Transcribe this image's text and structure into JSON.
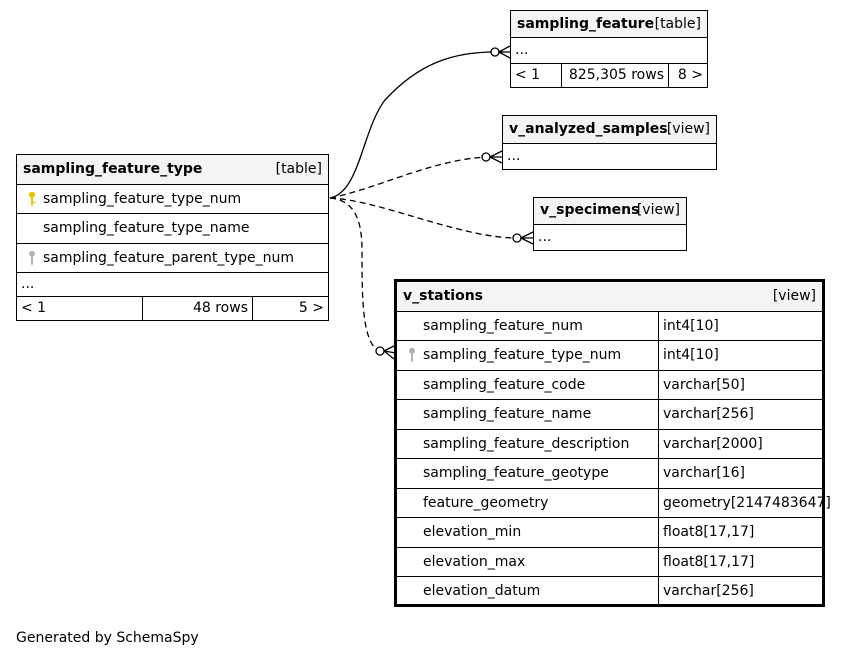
{
  "entities": {
    "sampling_feature_type": {
      "name": "sampling_feature_type",
      "kind": "[table]",
      "columns": [
        {
          "name": "sampling_feature_type_num",
          "key": "primary"
        },
        {
          "name": "sampling_feature_type_name",
          "key": "none"
        },
        {
          "name": "sampling_feature_parent_type_num",
          "key": "foreign"
        }
      ],
      "ellipsis": "...",
      "footer": {
        "left": "< 1",
        "rows": "48 rows",
        "right": "5 >"
      }
    },
    "sampling_feature": {
      "name": "sampling_feature",
      "kind": "[table]",
      "ellipsis": "...",
      "footer": {
        "left": "< 1",
        "rows": "825,305 rows",
        "right": "8 >"
      }
    },
    "v_analyzed_samples": {
      "name": "v_analyzed_samples",
      "kind": "[view]",
      "ellipsis": "..."
    },
    "v_specimens": {
      "name": "v_specimens",
      "kind": "[view]",
      "ellipsis": "..."
    },
    "v_stations": {
      "name": "v_stations",
      "kind": "[view]",
      "columns": [
        {
          "name": "sampling_feature_num",
          "type": "int4[10]",
          "key": "none"
        },
        {
          "name": "sampling_feature_type_num",
          "type": "int4[10]",
          "key": "foreign"
        },
        {
          "name": "sampling_feature_code",
          "type": "varchar[50]",
          "key": "none"
        },
        {
          "name": "sampling_feature_name",
          "type": "varchar[256]",
          "key": "none"
        },
        {
          "name": "sampling_feature_description",
          "type": "varchar[2000]",
          "key": "none"
        },
        {
          "name": "sampling_feature_geotype",
          "type": "varchar[16]",
          "key": "none"
        },
        {
          "name": "feature_geometry",
          "type": "geometry[2147483647]",
          "key": "none"
        },
        {
          "name": "elevation_min",
          "type": "float8[17,17]",
          "key": "none"
        },
        {
          "name": "elevation_max",
          "type": "float8[17,17]",
          "key": "none"
        },
        {
          "name": "elevation_datum",
          "type": "varchar[256]",
          "key": "none"
        }
      ]
    }
  },
  "relationships": [
    {
      "from": "sampling_feature_type.sampling_feature_type_num",
      "to": "sampling_feature",
      "style": "solid"
    },
    {
      "from": "sampling_feature_type.sampling_feature_type_num",
      "to": "v_analyzed_samples",
      "style": "dashed"
    },
    {
      "from": "sampling_feature_type.sampling_feature_type_num",
      "to": "v_specimens",
      "style": "dashed"
    },
    {
      "from": "sampling_feature_type.sampling_feature_type_num",
      "to": "v_stations.sampling_feature_type_num",
      "style": "dashed"
    }
  ],
  "colors": {
    "primary_key": "#e6c800",
    "foreign_key": "#b0b0b0",
    "header_bg": "#f4f4f4"
  },
  "footer_text": "Generated by SchemaSpy"
}
